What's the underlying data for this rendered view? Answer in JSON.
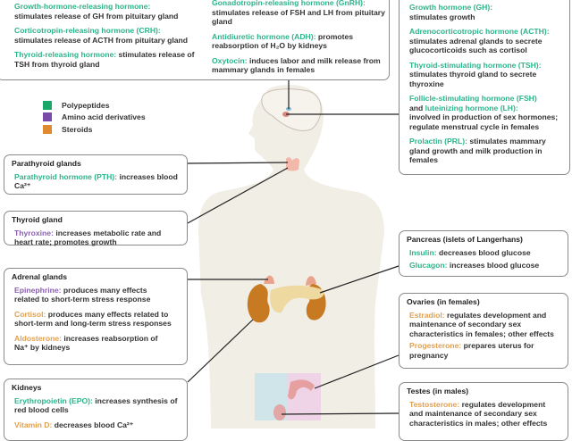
{
  "colors": {
    "polypeptide": "#2db38a",
    "amino": "#8a5fb0",
    "steroid": "#e0a050"
  },
  "legend": [
    "Polypeptides",
    "Amino acid derivatives",
    "Steroids"
  ],
  "hypothalamus": {
    "left": [
      {
        "name": "Growth-hormone-releasing hormone:",
        "desc": "stimulates release of GH from pituitary gland"
      },
      {
        "name": "Corticotropin-releasing hormone (CRH):",
        "desc": "stimulates release of ACTH from pituitary gland"
      },
      {
        "name": "Thyroid-releasing hormone:",
        "desc": "stimulates release of TSH from thyroid gland"
      }
    ],
    "right": [
      {
        "name": "Gonadotropin-releasing hormone (GnRH):",
        "desc": "stimulates release of FSH and LH from pituitary gland"
      },
      {
        "name": "Antidiuretic hormone (ADH):",
        "desc": "promotes reabsorption of H₂O by kidneys"
      },
      {
        "name": "Oxytocin:",
        "desc": "induces labor and milk release from mammary glands in females"
      }
    ]
  },
  "pituitary": [
    {
      "name": "Growth hormone (GH):",
      "desc": "stimulates growth"
    },
    {
      "name": "Adrenocorticotropic hormone (ACTH):",
      "desc": "stimulates adrenal glands to secrete glucocorticoids such as cortisol"
    },
    {
      "name": "Thyroid-stimulating hormone (TSH):",
      "desc": "stimulates thyroid gland to secrete thyroxine"
    },
    {
      "name": "Follicle-stimulating hormone (FSH)",
      "mid": "and",
      "name2": "luteinizing hormone (LH):",
      "desc": "involved in production of sex hormones; regulate menstrual cycle in females"
    },
    {
      "name": "Prolactin (PRL):",
      "desc": "stimulates mammary gland growth and milk production in females"
    }
  ],
  "parathyroid": {
    "title": "Parathyroid glands",
    "entries": [
      {
        "name": "Parathyroid hormone (PTH):",
        "desc": "increases blood Ca²⁺"
      }
    ]
  },
  "thyroid": {
    "title": "Thyroid gland",
    "entries": [
      {
        "name": "Thyroxine:",
        "desc": "increases metabolic rate and heart rate; promotes growth"
      }
    ]
  },
  "adrenal": {
    "title": "Adrenal glands",
    "entries": [
      {
        "name": "Epinephrine:",
        "desc": "produces many effects related to short-term stress response"
      },
      {
        "name": "Cortisol:",
        "desc": "produces many effects related to short-term and long-term stress responses"
      },
      {
        "name": "Aldosterone:",
        "desc": "increases reabsorption of Na⁺ by kidneys"
      }
    ]
  },
  "kidneys": {
    "title": "Kidneys",
    "entries": [
      {
        "name": "Erythropoietin (EPO):",
        "desc": "increases synthesis of red blood cells"
      },
      {
        "name": "Vitamin D:",
        "desc": "decreases blood Ca²⁺"
      }
    ]
  },
  "pancreas": {
    "title": "Pancreas (islets of Langerhans)",
    "entries": [
      {
        "name": "Insulin:",
        "desc": "decreases blood glucose"
      },
      {
        "name": "Glucagon:",
        "desc": "increases blood glucose"
      }
    ]
  },
  "ovaries": {
    "title": "Ovaries (in females)",
    "entries": [
      {
        "name": "Estradiol:",
        "desc": "regulates development and maintenance of secondary sex characteristics in females; other effects"
      },
      {
        "name": "Progesterone:",
        "desc": "prepares uterus for pregnancy"
      }
    ]
  },
  "testes": {
    "title": "Testes (in males)",
    "entries": [
      {
        "name": "Testosterone:",
        "desc": "regulates development and maintenance of secondary sex characteristics in males; other effects"
      }
    ]
  }
}
